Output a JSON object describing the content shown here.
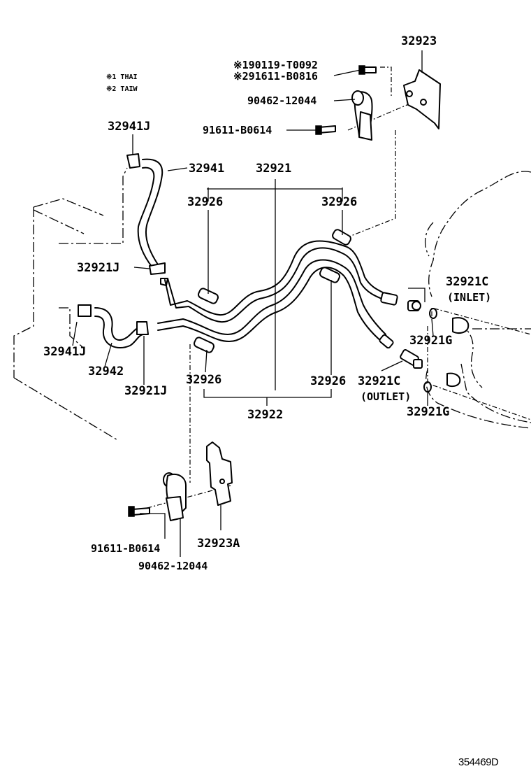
{
  "diagram": {
    "notes": [
      "※1 THAI",
      "※2 TAIW"
    ],
    "labels": {
      "p32923": "32923",
      "bolt_thai": "※190119-T0092",
      "bolt_taiw": "※291611-B0816",
      "clamp_top": "90462-12044",
      "bolt_top": "91611-B0614",
      "p32941J_top": "32941J",
      "p32941": "32941",
      "p32921": "32921",
      "p32926_ul": "32926",
      "p32926_ur": "32926",
      "p32921J_upper": "32921J",
      "p32921C_inlet": "32921C",
      "inlet": "(INLET)",
      "p32941J_left": "32941J",
      "p32921G_upper": "32921G",
      "p32942": "32942",
      "p32921J_lower": "32921J",
      "p32926_ll": "32926",
      "p32926_lr": "32926",
      "p32921C_outlet": "32921C",
      "outlet": "(OUTLET)",
      "p32921G_lower": "32921G",
      "p32922": "32922",
      "p32923A": "32923A",
      "bolt_bottom": "91611-B0614",
      "clamp_bottom": "90462-12044"
    },
    "illustration_id": "354469D"
  }
}
